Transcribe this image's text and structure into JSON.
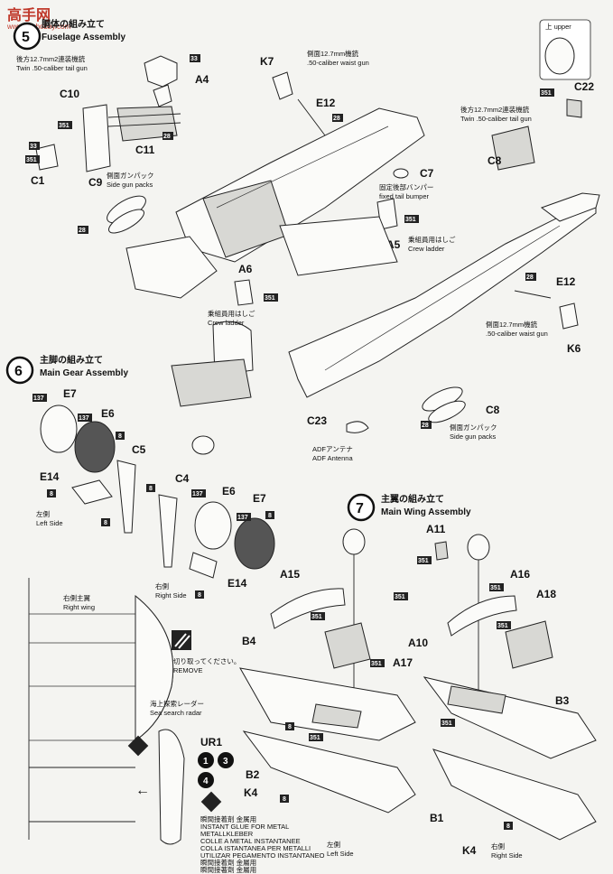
{
  "watermark": {
    "title": "高手网",
    "url": "www.hsshobby.com"
  },
  "steps": [
    {
      "number": "5",
      "title_jp": "胴体の組み立て",
      "title_en": "Fuselage Assembly"
    },
    {
      "number": "6",
      "title_jp": "主脚の組み立て",
      "title_en": "Main Gear Assembly"
    },
    {
      "number": "7",
      "title_jp": "主翼の組み立て",
      "title_en": "Main Wing Assembly"
    }
  ],
  "notes": {
    "tail_gun_jp": "後方12.7mm2連装機銃",
    "tail_gun_en": "Twin .50-caliber tail gun",
    "tail_gun2_jp": "後方12.7mm2連装機銃",
    "tail_gun2_en": "Twin .50-caliber tail gun",
    "waist_gun_jp": "側面12.7mm機銃",
    "waist_gun_en": ".50-caliber waist gun",
    "waist_gun2_jp": "側面12.7mm機銃",
    "waist_gun2_en": ".50-caliber waist gun",
    "side_gun_packs_jp": "側面ガンパック",
    "side_gun_packs_en": "Side gun packs",
    "side_gun_packs2_jp": "側面ガンパック",
    "side_gun_packs2_en": "Side gun packs",
    "tail_bumper_jp": "固定後部バンパー",
    "tail_bumper_en": "fixed tail bumper",
    "crew_ladder_jp": "乗組員用はしご",
    "crew_ladder_en": "Crew ladder",
    "crew_ladder2_jp": "乗組員用はしご",
    "crew_ladder2_en": "Crew ladder",
    "adf_jp": "ADFアンテナ",
    "adf_en": "ADF Antenna",
    "upper_jp": "上 upper",
    "left_side_jp": "左側",
    "left_side_en": "Left Side",
    "right_side_jp": "右側",
    "right_side_en": "Right Side",
    "right_wing_jp": "右側主翼",
    "right_wing_en": "Right wing",
    "remove_jp": "切り取ってください。",
    "remove_en": "REMOVE",
    "radar_jp": "海上探索レーダー",
    "radar_en": "Sea search radar",
    "left_side2_jp": "左側",
    "left_side2_en": "Left Side",
    "right_side2_jp": "右側",
    "right_side2_en": "Right Side"
  },
  "glue_note": [
    "瞬間接着剤 金属用",
    "INSTANT GLUE FOR METAL",
    "METALLKLEBER",
    "COLLE A METAL INSTANTANEE",
    "COLLA ISTANTANEA PER METALLI",
    "UTILIZAR PEGAMENTO INSTANTANEO",
    "瞬間接着劑 金屬用",
    "瞬間接著劑 金屬用"
  ],
  "parts": {
    "A4": "A4",
    "C10": "C10",
    "C11": "C11",
    "C1": "C1",
    "C9": "C9",
    "K7": "K7",
    "E12a": "E12",
    "C7": "C7",
    "C22": "C22",
    "C8a": "C8",
    "A5": "A5",
    "A6": "A6",
    "E12b": "E12",
    "K6": "K6",
    "C8b": "C8",
    "C23": "C23",
    "E7a": "E7",
    "E6a": "E6",
    "C5": "C5",
    "E14a": "E14",
    "C4": "C4",
    "E6b": "E6",
    "E7b": "E7",
    "E14b": "E14",
    "A11": "A11",
    "A15": "A15",
    "A16": "A16",
    "A18": "A18",
    "A10": "A10",
    "A17": "A17",
    "B4": "B4",
    "B3": "B3",
    "B2": "B2",
    "B1": "B1",
    "K4a": "K4",
    "K4b": "K4",
    "UR1": "UR1"
  },
  "codes": {
    "c33": "33",
    "c351": "351",
    "c28": "28",
    "c137": "137",
    "c8": "8",
    "d1": "1",
    "d3": "3",
    "d4": "4"
  }
}
